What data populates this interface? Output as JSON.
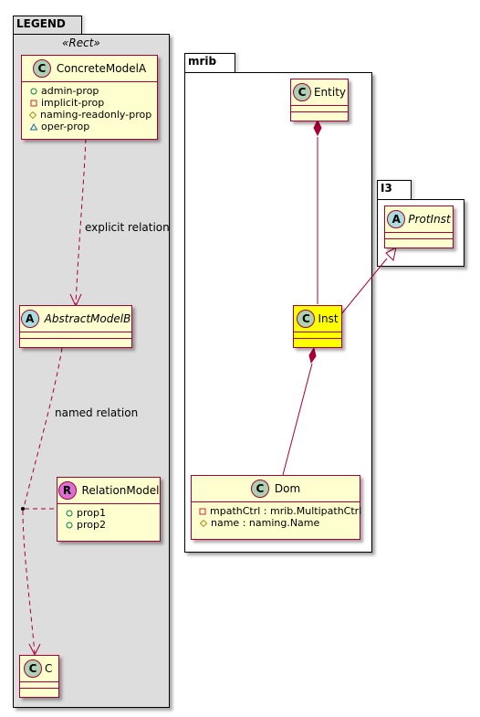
{
  "packages": {
    "legend": {
      "title": "LEGEND",
      "stereotype": "«Rect»",
      "background": "#DDDDDD"
    },
    "mrib": {
      "title": "mrib",
      "background": "#FFFFFF"
    },
    "i3": {
      "title": "I3",
      "background": "#FFFFFF"
    }
  },
  "classes": {
    "concrete_model_a": {
      "badge": "C",
      "badge_color": "#ADD1B2",
      "name": "ConcreteModelA",
      "attributes": [
        {
          "visibility": "public",
          "text": "admin-prop"
        },
        {
          "visibility": "private",
          "text": "implicit-prop"
        },
        {
          "visibility": "protected",
          "text": "naming-readonly-prop"
        },
        {
          "visibility": "package",
          "text": "oper-prop"
        }
      ]
    },
    "abstract_model_b": {
      "badge": "A",
      "badge_color": "#A9DCDF",
      "name": "AbstractModelB"
    },
    "relation_model": {
      "badge": "R",
      "badge_color": "#DA70D6",
      "name": "RelationModel",
      "attributes": [
        {
          "visibility": "public",
          "text": "prop1"
        },
        {
          "visibility": "public",
          "text": "prop2"
        }
      ]
    },
    "c": {
      "badge": "C",
      "badge_color": "#ADD1B2",
      "name": "C"
    },
    "entity": {
      "badge": "C",
      "badge_color": "#ADD1B2",
      "name": "Entity"
    },
    "inst": {
      "badge": "C",
      "badge_color": "#ADD1B2",
      "name": "Inst",
      "fill": "#FFFF00"
    },
    "dom": {
      "badge": "C",
      "badge_color": "#ADD1B2",
      "name": "Dom",
      "attributes": [
        {
          "visibility": "private",
          "text": "mpathCtrl : mrib.MultipathCtrl"
        },
        {
          "visibility": "protected",
          "text": "name : naming.Name"
        }
      ]
    },
    "prot_inst": {
      "badge": "A",
      "badge_color": "#A9DCDF",
      "name": "ProtInst"
    }
  },
  "relations": {
    "explicit": "explicit relation",
    "named": "named relation"
  },
  "colors": {
    "line": "#A80036",
    "class_fill": "#FEFECE"
  }
}
